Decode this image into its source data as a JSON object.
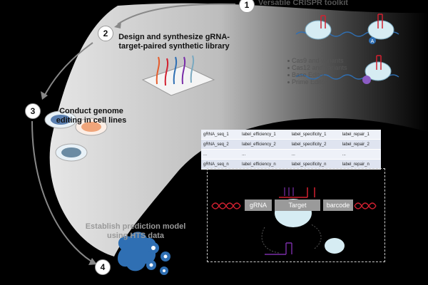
{
  "steps": [
    {
      "number": "1",
      "label": "Versatile CRISPR toolkit"
    },
    {
      "number": "2",
      "label": "Design and synthesize gRNA-target-paired synthetic library"
    },
    {
      "number": "3",
      "label": "Conduct genome editing in cell lines"
    },
    {
      "number": "4",
      "label": "Establish prediction model using HTS data"
    }
  ],
  "toolkit_list": [
    "Cas9 and variants",
    "Cas12 and variants",
    "Base Editor",
    "Prime Editor"
  ],
  "base_editor_letter": "A",
  "table_rows": [
    [
      "gRNA_seq_1",
      "label_efficiency_1",
      "label_specificity_1",
      "label_repair_1"
    ],
    [
      "gRNA_seq_2",
      "label_efficiency_2",
      "label_specificity_2",
      "label_repair_2"
    ],
    [
      "...",
      "...",
      "...",
      "..."
    ],
    [
      "gRNA_seq_n",
      "label_efficiency_n",
      "label_specificity_n",
      "label_repair_n"
    ]
  ],
  "construct": {
    "segments": [
      "gRNA",
      "Target",
      "barcode"
    ]
  },
  "colors": {
    "background": "#000000",
    "arc_light": "#d9d9d9",
    "dna_red": "#d22030",
    "protein_blue": "#d6ecf3",
    "gear_blue": "#2f6fb3",
    "purple": "#7a2ea8"
  }
}
